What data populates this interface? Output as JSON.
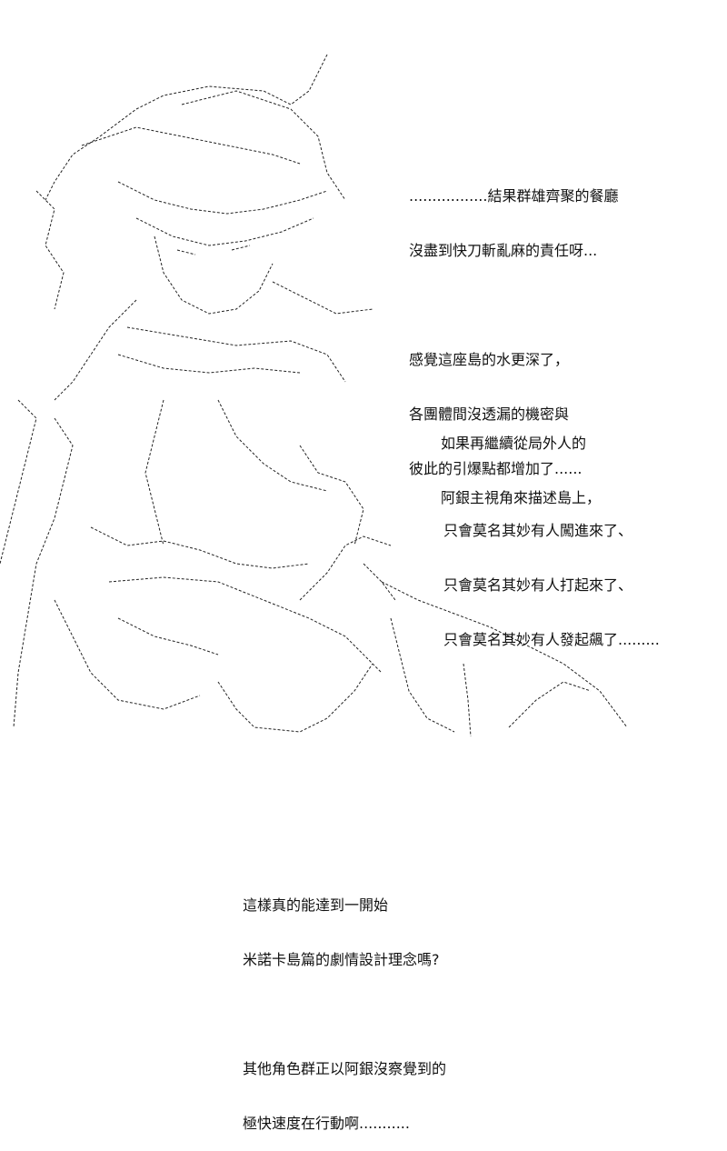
{
  "text_blocks": {
    "right_top": [
      ".................結果群雄齊聚的餐廳",
      "沒盡到快刀斬亂麻的責任呀...",
      "",
      "感覺這座島的水更深了，",
      "各團體間沒透漏的機密與",
      "彼此的引爆點都增加了......"
    ],
    "right_middle": [
      "如果再繼續從局外人的",
      "阿銀主視角來描述島上，"
    ],
    "right_lower": [
      "只會莫名其妙有人闖進來了、",
      "只會莫名其妙有人打起來了、",
      "只會莫名其妙有人發起飆了........."
    ],
    "bottom_center": [
      "這樣真的能達到一開始",
      "米諾卡島篇的劇情設計理念嗎?",
      "",
      "其他角色群正以阿銀沒察覺到的",
      "極快速度在行動啊..........."
    ]
  },
  "art": {
    "description_icon": "ascii-art-figure-icon"
  }
}
